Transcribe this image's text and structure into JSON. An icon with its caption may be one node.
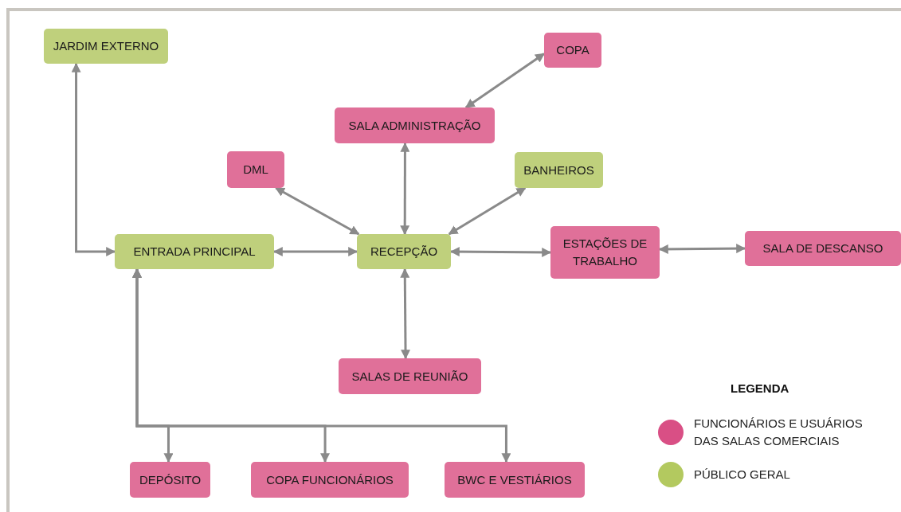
{
  "diagram": {
    "nodes": [
      {
        "text": [
          "JARDIM EXTERNO"
        ]
      },
      {
        "text": [
          "COPA"
        ]
      },
      {
        "text": [
          "SALA ADMINISTRAÇÃO"
        ]
      },
      {
        "text": [
          "DML"
        ]
      },
      {
        "text": [
          "BANHEIROS"
        ]
      },
      {
        "text": [
          "ENTRADA PRINCIPAL"
        ]
      },
      {
        "text": [
          "RECEPÇÃO"
        ]
      },
      {
        "text": [
          "ESTAÇÕES DE TRABALHO"
        ]
      },
      {
        "text": [
          "SALA DE DESCANSO"
        ]
      },
      {
        "text": [
          "SALAS DE REUNIÃO"
        ]
      },
      {
        "text": [
          "DEPÓSITO"
        ]
      },
      {
        "text": [
          "COPA FUNCIONÁRIOS"
        ]
      },
      {
        "text": [
          "BWC E VESTIÁRIOS"
        ]
      }
    ],
    "edges": [
      {
        "from": 5,
        "to": 0,
        "arrow": "both"
      },
      {
        "from": 2,
        "to": 1,
        "arrow": "both"
      },
      {
        "from": 6,
        "to": 2,
        "arrow": "both"
      },
      {
        "from": 6,
        "to": 3,
        "arrow": "both"
      },
      {
        "from": 6,
        "to": 4,
        "arrow": "both"
      },
      {
        "from": 5,
        "to": 6,
        "arrow": "both"
      },
      {
        "from": 6,
        "to": 7,
        "arrow": "both"
      },
      {
        "from": 7,
        "to": 8,
        "arrow": "both"
      },
      {
        "from": 6,
        "to": 9,
        "arrow": "both"
      },
      {
        "from": 5,
        "to": 10,
        "arrow": "both"
      },
      {
        "from": 5,
        "to": 11,
        "arrow": "both"
      },
      {
        "from": 5,
        "to": 12,
        "arrow": "both"
      }
    ],
    "labels": [
      "LEGENDA"
    ],
    "legend": [
      {
        "text": "FUNCIONÁRIOS E USUÁRIOS DAS SALAS COMERCIAIS",
        "color": "#d94f85"
      },
      {
        "text": "PÚBLICO GERAL",
        "color": "#b3c95f"
      }
    ]
  }
}
